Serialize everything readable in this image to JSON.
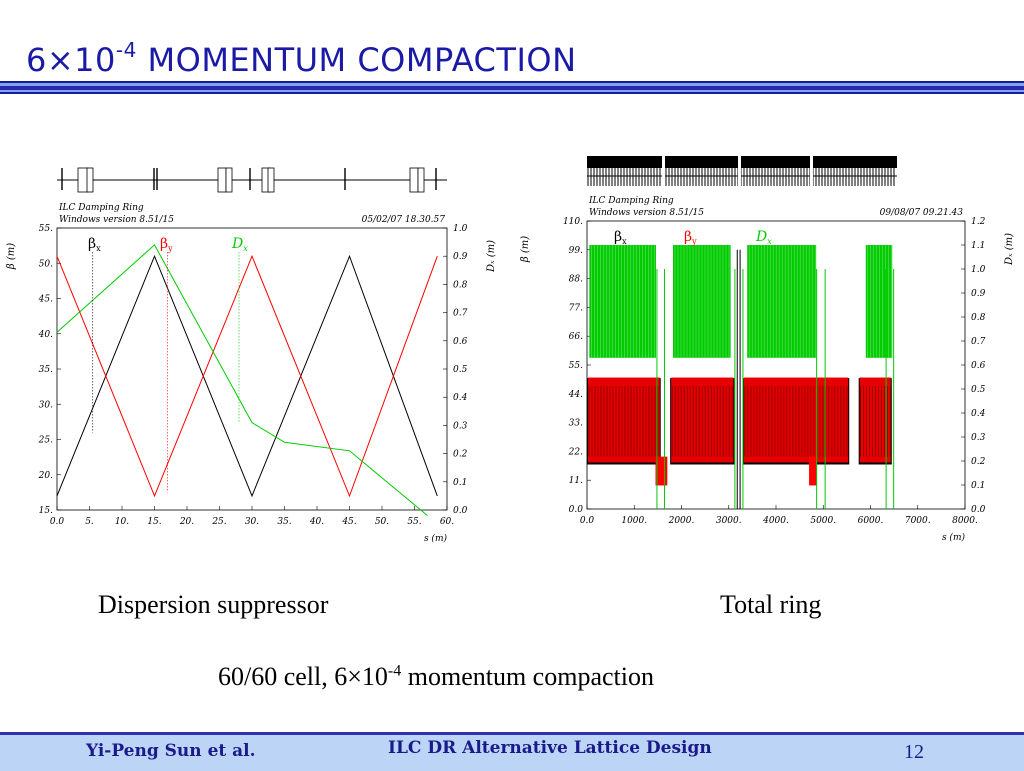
{
  "slide": {
    "title_prefix": "6×10",
    "title_exp": "-4",
    "title_rest": " Momentum Compaction",
    "caption_left": "Dispersion suppressor",
    "caption_right": "Total ring",
    "bottom_caption_pre": "60/60 cell, 6×10",
    "bottom_caption_exp": "-4",
    "bottom_caption_post": " momentum compaction",
    "footer_author": "Yi-Peng Sun et al.",
    "footer_title": "ILC DR Alternative Lattice Design",
    "page_number": "12"
  },
  "colors": {
    "title": "#1a1aa6",
    "beta_x": "#000000",
    "beta_y": "#ff0000",
    "dispersion": "#00cc00",
    "footer_bg": "#bcd4f5"
  },
  "chart_data": [
    {
      "type": "line",
      "header_line1": "ILC Damping Ring",
      "header_line2": "Windows version 8.51/15",
      "timestamp": "05/02/07  18.30.57",
      "xlabel": "s (m)",
      "ylabel_left": "β (m)",
      "ylabel_right": "Dₓ (m)",
      "xlim": [
        0,
        60
      ],
      "ylim_left": [
        15,
        55
      ],
      "ylim_right": [
        0.0,
        1.0
      ],
      "x_ticks": [
        "0.0",
        "5.",
        "10.",
        "15.",
        "20.",
        "25.",
        "30.",
        "35.",
        "40.",
        "45.",
        "50.",
        "55.",
        "60."
      ],
      "y_ticks_left": [
        "15.",
        "20.",
        "25.",
        "30.",
        "35.",
        "40.",
        "45.",
        "50.",
        "55."
      ],
      "y_ticks_right": [
        "0.0",
        "0.1",
        "0.2",
        "0.3",
        "0.4",
        "0.5",
        "0.6",
        "0.7",
        "0.8",
        "0.9",
        "1.0"
      ],
      "legend": [
        "βx",
        "βy",
        "Dx"
      ],
      "series": [
        {
          "name": "βx",
          "axis": "left",
          "x": [
            0,
            15,
            30,
            45,
            58.5
          ],
          "y": [
            17,
            51,
            17,
            51,
            17
          ]
        },
        {
          "name": "βy",
          "axis": "left",
          "x": [
            0,
            15,
            30,
            45,
            58.5
          ],
          "y": [
            51,
            17,
            51,
            17,
            51
          ]
        },
        {
          "name": "Dx",
          "axis": "right",
          "x": [
            0,
            15,
            30,
            35,
            45,
            57
          ],
          "y": [
            0.63,
            0.94,
            0.31,
            0.24,
            0.21,
            -0.02
          ]
        }
      ]
    },
    {
      "type": "line",
      "header_line1": "ILC Damping Ring",
      "header_line2": "Windows version 8.51/15",
      "timestamp": "09/08/07  09.21.43",
      "xlabel": "s (m)",
      "ylabel_left": "β (m)",
      "ylabel_right": "Dₓ (m)",
      "xlim": [
        0,
        8000
      ],
      "ylim_left": [
        0,
        110
      ],
      "ylim_right": [
        0.0,
        1.2
      ],
      "x_ticks": [
        "0.0",
        "1000.",
        "2000.",
        "3000.",
        "4000.",
        "5000.",
        "6000.",
        "7000.",
        "8000."
      ],
      "y_ticks_left": [
        "0.0",
        "11.",
        "22.",
        "33.",
        "44.",
        "55.",
        "66.",
        "77.",
        "88.",
        "99.",
        "110."
      ],
      "y_ticks_right": [
        "0.0",
        "0.1",
        "0.2",
        "0.3",
        "0.4",
        "0.5",
        "0.6",
        "0.7",
        "0.8",
        "0.9",
        "1.0",
        "1.1",
        "1.2"
      ],
      "legend": [
        "βx",
        "βy",
        "Dx"
      ],
      "series": [
        {
          "name": "βx",
          "axis": "left",
          "bands": [
            [
              0,
              1560
            ],
            [
              1760,
              3120
            ],
            [
              3300,
              5550
            ],
            [
              5750,
              6450
            ]
          ],
          "y_range": [
            17,
            50
          ]
        },
        {
          "name": "βy",
          "axis": "left",
          "bands": [
            [
              0,
              1560
            ],
            [
              1760,
              3120
            ],
            [
              3300,
              5550
            ],
            [
              5750,
              6450
            ]
          ],
          "y_range": [
            17,
            51
          ]
        },
        {
          "name": "Dx",
          "axis": "right",
          "bands": [
            [
              50,
              1460
            ],
            [
              1820,
              3040
            ],
            [
              3390,
              4850
            ],
            [
              5900,
              6460
            ]
          ],
          "y_range": [
            0.63,
            1.1
          ]
        }
      ]
    }
  ]
}
